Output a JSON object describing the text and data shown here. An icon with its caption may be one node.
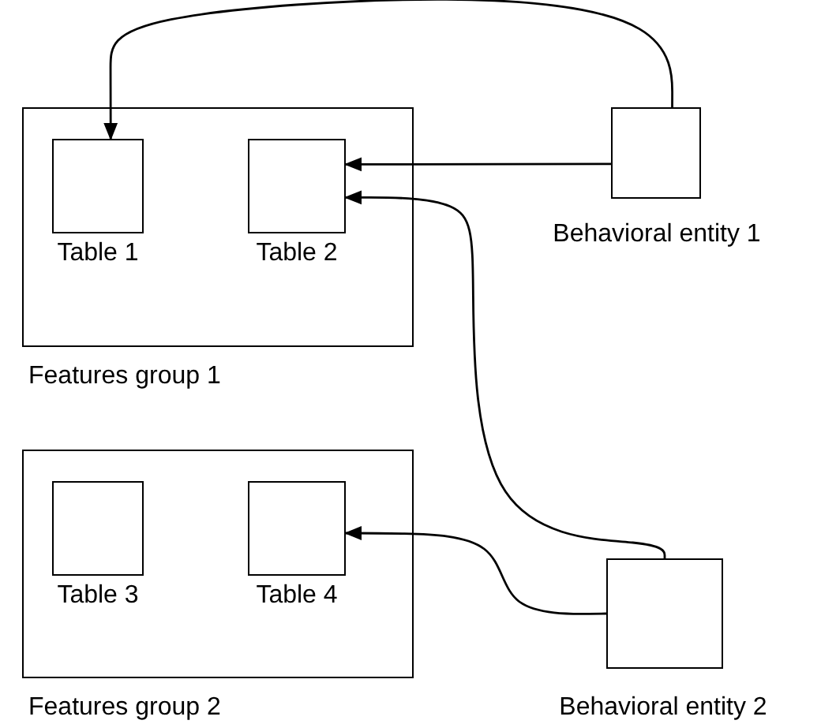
{
  "diagram": {
    "nodes": [
      {
        "text": [
          "Features group 1"
        ]
      },
      {
        "text": [
          "Table 1"
        ],
        "in": 0
      },
      {
        "text": [
          "Table 2"
        ],
        "in": 0
      },
      {
        "text": [
          "Behavioral entity 1"
        ]
      },
      {
        "text": [
          "Features group 2"
        ]
      },
      {
        "text": [
          "Table 3"
        ],
        "in": 4
      },
      {
        "text": [
          "Table 4"
        ],
        "in": 4
      },
      {
        "text": [
          "Behavioral entity 2"
        ]
      }
    ],
    "edges": [
      {
        "from": 3,
        "to": 1,
        "arrow": "to"
      },
      {
        "from": 3,
        "to": 2,
        "arrow": "to"
      },
      {
        "from": 7,
        "to": 2,
        "arrow": "to"
      },
      {
        "from": 7,
        "to": 6,
        "arrow": "to"
      }
    ]
  }
}
